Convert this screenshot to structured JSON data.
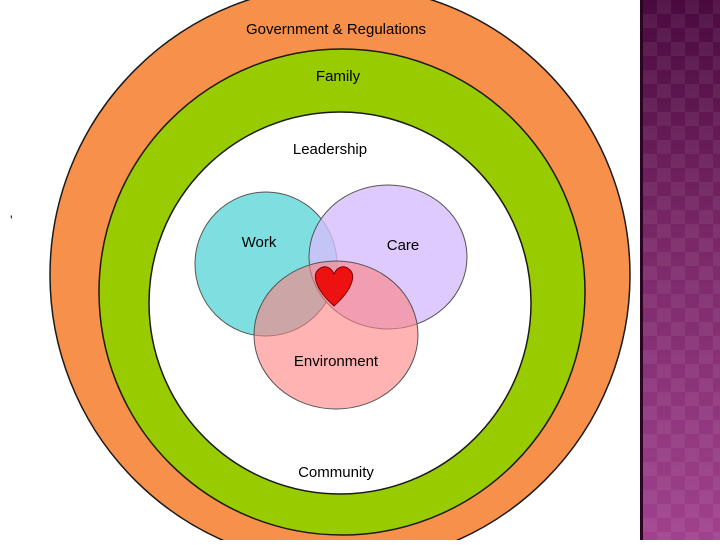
{
  "diagram": {
    "rings": {
      "government": {
        "label": "Government & Regulations",
        "color": "#f7904a"
      },
      "family": {
        "label": "Family",
        "color": "#99cc00"
      },
      "community": {
        "label": "Community",
        "color": "#ffffff"
      }
    },
    "inner_title": "Leadership",
    "venn": {
      "work": {
        "label": "Work",
        "color": "#7fdfe0"
      },
      "care": {
        "label": "Care",
        "color": "#e0ccff"
      },
      "environment": {
        "label": "Environment",
        "color": "#ff9a9a"
      }
    },
    "center_icon": "heart-icon",
    "heart_color": "#ee1111",
    "stray_mark": "'"
  },
  "theme": {
    "side_panel_color": "#7a2868"
  }
}
